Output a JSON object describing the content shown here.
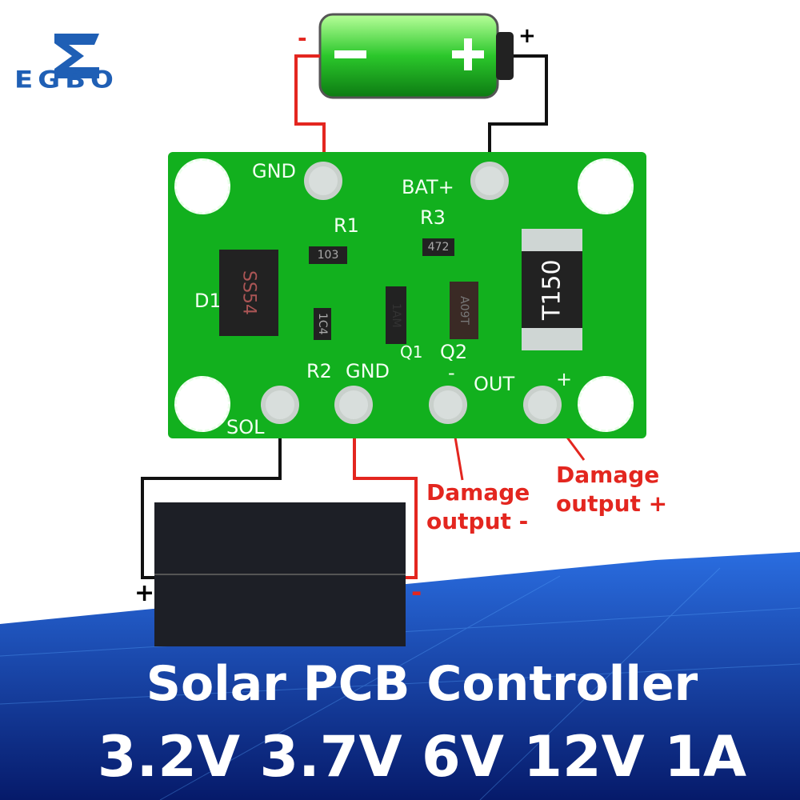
{
  "brand": {
    "logo_text": "EGBO",
    "color": "#1f5fb5"
  },
  "battery": {
    "minus_label": "-",
    "plus_label": "+"
  },
  "pcb": {
    "labels": {
      "gnd_top": "GND",
      "bat_plus": "BAT+",
      "r1": "R1",
      "r3": "R3",
      "r2": "R2",
      "d1": "D1",
      "q1": "Q1",
      "q2": "Q2",
      "gnd_bottom": "GND",
      "out": "OUT",
      "out_minus": "-",
      "out_plus": "+",
      "sol": "SOL"
    },
    "components": {
      "r1_code": "103",
      "r3_code": "472",
      "r2_code": "1C4",
      "d1_marking": "SS54",
      "q1_marking": "1AM",
      "q2_marking": "A09T",
      "inductor_marking": "T150"
    },
    "color": "#12b01e"
  },
  "annotations": {
    "damage_minus": [
      "Damage",
      "output -"
    ],
    "damage_plus": [
      "Damage",
      "output +"
    ],
    "color": "#e3261f"
  },
  "solar_panel": {
    "plus_label": "+",
    "minus_label": "-"
  },
  "headline": {
    "line1": "Solar PCB Controller",
    "line2": "3.2V 3.7V 6V 12V 1A"
  }
}
